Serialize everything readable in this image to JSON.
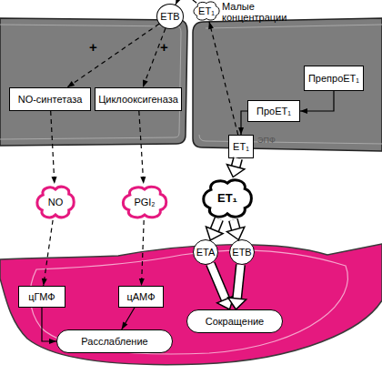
{
  "diagram": {
    "nodes": [
      {
        "text": [
          "ETB"
        ]
      },
      {
        "text": [
          "ET₁"
        ]
      },
      {
        "text": [
          "ПрепроET₁"
        ]
      },
      {
        "text": [
          "NO-синтетаза"
        ]
      },
      {
        "text": [
          "Циклооксигеназа"
        ]
      },
      {
        "text": [
          "ПроET₁"
        ]
      },
      {
        "text": [
          "ET₁"
        ]
      },
      {
        "text": [
          "ET₁"
        ]
      },
      {
        "text": [
          "NO"
        ]
      },
      {
        "text": [
          "PGI₂"
        ]
      },
      {
        "text": [
          "ETA"
        ]
      },
      {
        "text": [
          "ETB"
        ]
      },
      {
        "text": [
          "цГМФ"
        ]
      },
      {
        "text": [
          "цАМФ"
        ]
      },
      {
        "text": [
          "Сокращение"
        ]
      },
      {
        "text": [
          "Расслабление"
        ]
      }
    ],
    "edges": [
      {
        "from": 0,
        "to": 3,
        "arrow": "to"
      },
      {
        "from": 0,
        "to": 4,
        "arrow": "to"
      },
      {
        "from": 1,
        "to": 0,
        "arrow": "to"
      },
      {
        "from": 6,
        "to": 1,
        "arrow": "to"
      },
      {
        "from": 2,
        "to": 5,
        "arrow": "to"
      },
      {
        "from": 5,
        "to": 6,
        "arrow": "to"
      },
      {
        "from": 6,
        "to": 7,
        "arrow": "to"
      },
      {
        "from": 3,
        "to": 8,
        "arrow": "to"
      },
      {
        "from": 4,
        "to": 9,
        "arrow": "to"
      },
      {
        "from": 8,
        "to": 12,
        "arrow": "to"
      },
      {
        "from": 9,
        "to": 13,
        "arrow": "to"
      },
      {
        "from": 7,
        "to": 10,
        "arrow": "to"
      },
      {
        "from": 7,
        "to": 11,
        "arrow": "to"
      },
      {
        "from": 12,
        "to": 15,
        "arrow": "to"
      },
      {
        "from": 13,
        "to": 15,
        "arrow": "to"
      },
      {
        "from": 10,
        "to": 14,
        "arrow": "to"
      },
      {
        "from": 11,
        "to": 14,
        "arrow": "to"
      }
    ],
    "labels": [
      "Малые концентрации",
      "+",
      "+",
      "ЭПФ"
    ]
  }
}
